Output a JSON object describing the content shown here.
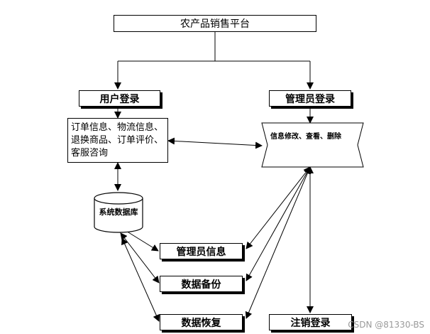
{
  "title": "农产品销售平台",
  "user_login": "用户登录",
  "admin_login": "管理员登录",
  "user_functions": "订单信息、物流信息、退换商品、订单评价、客服咨询",
  "admin_functions": "信息修改、查看、删除",
  "database": "系统数据库",
  "admin_info": "管理员信息",
  "data_backup": "数据备份",
  "data_restore": "数据恢复",
  "logout": "注销登录",
  "watermark": "CSDN @81330-BS"
}
